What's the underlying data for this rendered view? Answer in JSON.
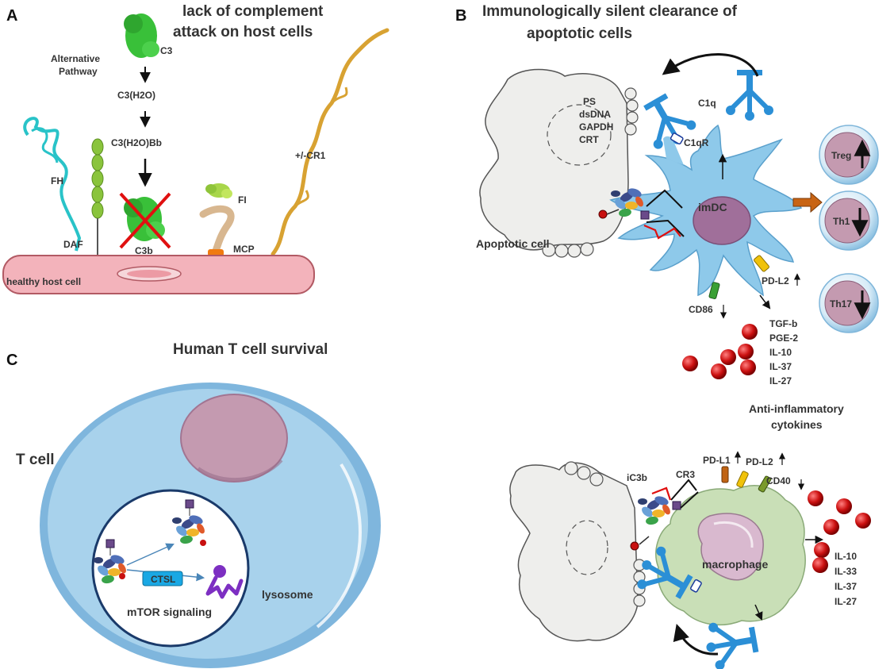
{
  "panel_a": {
    "letter": "A",
    "title_line1": "lack of complement",
    "title_line2": "attack on host cells",
    "c3": "C3",
    "pathway_line1": "Alternative",
    "pathway_line2": "Pathway",
    "c3h2o": "C3(H2O)",
    "c3h2obb": "C3(H2O)Bb",
    "fh": "FH",
    "daf": "DAF",
    "c3b": "C3b",
    "fi": "FI",
    "mcp": "MCP",
    "cr1": "+/-CR1",
    "host_cell": "healthy host cell"
  },
  "panel_b": {
    "letter": "B",
    "title_line1": "Immunologically silent clearance of",
    "title_line2": "apoptotic  cells",
    "signals": [
      "PS",
      "dsDNA",
      "GAPDH",
      "CRT"
    ],
    "c1q": "C1q",
    "c1qr": "C1qR",
    "imdc": "imDC",
    "apoptotic_cell": "Apoptotic cell",
    "pdl2": "PD-L2",
    "cd86": "CD86",
    "cytokines": [
      "TGF-b",
      "PGE-2",
      "IL-10",
      "IL-37",
      "IL-27"
    ],
    "treg": "Treg",
    "th1": "Th1",
    "th17": "Th17",
    "anti_line1": "Anti-inflammatory",
    "anti_line2": "cytokines"
  },
  "panel_c": {
    "letter": "C",
    "title": "Human T cell survival",
    "t_cell": "T cell",
    "ctsl": "CTSL",
    "mtor": "mTOR signaling",
    "lysosome": "lysosome"
  },
  "panel_d": {
    "ic3b": "iC3b",
    "cr3": "CR3",
    "pdl1": "PD-L1",
    "pdl2": "PD-L2",
    "cd40": "CD40",
    "macrophage": "macrophage",
    "cytokines": [
      "IL-10",
      "IL-33",
      "IL-37",
      "IL-27"
    ]
  },
  "colors": {
    "dc_blue": "#8ec9ea",
    "c1q_blue": "#2b8fd6",
    "host_pink": "#f3b3bb",
    "macrophage_green": "#c9dfb7",
    "nucleus": "#a06f9a",
    "cytokine_red": "#cc1111",
    "tcell_blue": "#a8d2ec",
    "arrow_orange": "#c86414",
    "c3_green": "#39c039",
    "cr1_gold": "#d8a232",
    "fh_cyan": "#29c3c8"
  }
}
